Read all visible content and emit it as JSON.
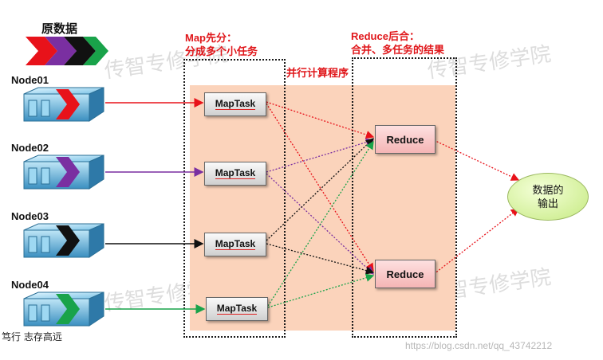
{
  "title": "原数据",
  "map_header": {
    "line1": "Map先分：",
    "line2": "分成多个小任务"
  },
  "parallel_label": "并行计算程序",
  "reduce_header": {
    "line1": "Reduce后合：",
    "line2": "合并、多任务的结果"
  },
  "nodes": [
    {
      "label": "Node01",
      "color": "#e8121a"
    },
    {
      "label": "Node02",
      "color": "#7a2fa1"
    },
    {
      "label": "Node03",
      "color": "#111111"
    },
    {
      "label": "Node04",
      "color": "#19a34a"
    }
  ],
  "maptasks": [
    "MapTask",
    "MapTask",
    "MapTask",
    "MapTask"
  ],
  "reducers": [
    "Reduce",
    "Reduce"
  ],
  "output": {
    "line1": "数据的",
    "line2": "输出"
  },
  "slogan": "笃行  志存高远",
  "url": "https://blog.csdn.net/qq_43742212",
  "watermark_text": "传智专修学院",
  "colors": {
    "red": "#e8121a",
    "purple": "#7a2fa1",
    "black": "#111111",
    "green": "#19a34a",
    "accent_red": "#e0161a"
  }
}
